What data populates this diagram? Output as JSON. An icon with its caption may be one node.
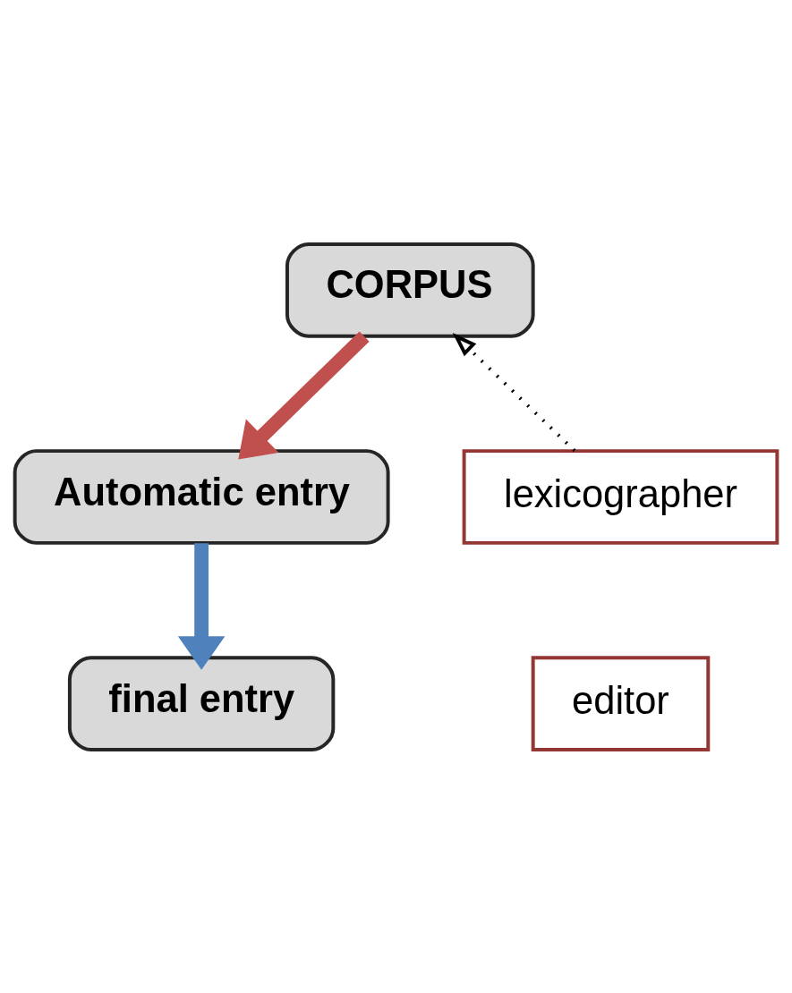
{
  "diagram": {
    "nodes": [
      {
        "text": [
          "CORPUS"
        ]
      },
      {
        "text": [
          "Automatic entry"
        ]
      },
      {
        "text": [
          "lexicographer"
        ]
      },
      {
        "text": [
          "editor"
        ]
      },
      {
        "text": [
          "final entry"
        ]
      }
    ],
    "edges": [
      {
        "from": 0,
        "to": 1,
        "arrow": "to",
        "color": "#c0504d"
      },
      {
        "from": 2,
        "to": 0,
        "arrow": "to",
        "style": "dashed",
        "color": "#000000"
      },
      {
        "from": 1,
        "to": 4,
        "arrow": "to",
        "color": "#4f81bd"
      }
    ]
  }
}
